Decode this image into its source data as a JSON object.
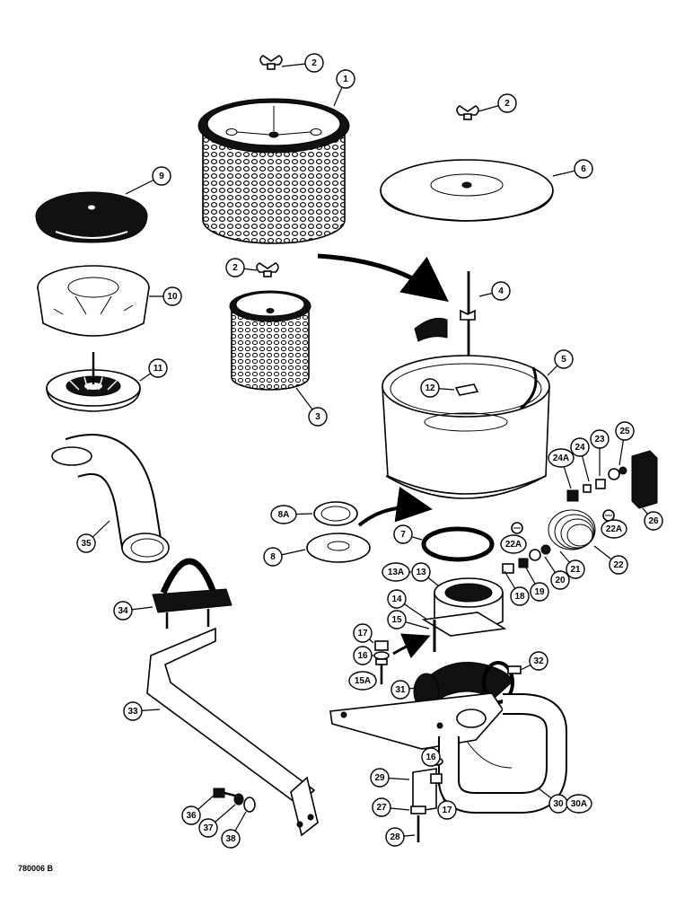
{
  "figure_code": "780006 B",
  "callouts": [
    {
      "id": "c1",
      "label": "1"
    },
    {
      "id": "c2a",
      "label": "2"
    },
    {
      "id": "c2b",
      "label": "2"
    },
    {
      "id": "c2c",
      "label": "2"
    },
    {
      "id": "c3",
      "label": "3"
    },
    {
      "id": "c4",
      "label": "4"
    },
    {
      "id": "c5",
      "label": "5"
    },
    {
      "id": "c6",
      "label": "6"
    },
    {
      "id": "c7",
      "label": "7"
    },
    {
      "id": "c8",
      "label": "8"
    },
    {
      "id": "c8a",
      "label": "8A"
    },
    {
      "id": "c9",
      "label": "9"
    },
    {
      "id": "c10",
      "label": "10"
    },
    {
      "id": "c11",
      "label": "11"
    },
    {
      "id": "c12",
      "label": "12"
    },
    {
      "id": "c13",
      "label": "13"
    },
    {
      "id": "c13a",
      "label": "13A"
    },
    {
      "id": "c14",
      "label": "14"
    },
    {
      "id": "c15",
      "label": "15"
    },
    {
      "id": "c15a",
      "label": "15A"
    },
    {
      "id": "c16a",
      "label": "16"
    },
    {
      "id": "c16b",
      "label": "16"
    },
    {
      "id": "c17a",
      "label": "17"
    },
    {
      "id": "c17b",
      "label": "17"
    },
    {
      "id": "c18",
      "label": "18"
    },
    {
      "id": "c19",
      "label": "19"
    },
    {
      "id": "c20",
      "label": "20"
    },
    {
      "id": "c21",
      "label": "21"
    },
    {
      "id": "c22",
      "label": "22"
    },
    {
      "id": "c22aa",
      "label": "22A"
    },
    {
      "id": "c22ab",
      "label": "22A"
    },
    {
      "id": "c23",
      "label": "23"
    },
    {
      "id": "c24",
      "label": "24"
    },
    {
      "id": "c24a",
      "label": "24A"
    },
    {
      "id": "c25",
      "label": "25"
    },
    {
      "id": "c26",
      "label": "26"
    },
    {
      "id": "c27",
      "label": "27"
    },
    {
      "id": "c28",
      "label": "28"
    },
    {
      "id": "c29",
      "label": "29"
    },
    {
      "id": "c30",
      "label": "30"
    },
    {
      "id": "c30a",
      "label": "30A"
    },
    {
      "id": "c31",
      "label": "31"
    },
    {
      "id": "c32",
      "label": "32"
    },
    {
      "id": "c33",
      "label": "33"
    },
    {
      "id": "c34",
      "label": "34"
    },
    {
      "id": "c35",
      "label": "35"
    },
    {
      "id": "c36",
      "label": "36"
    },
    {
      "id": "c37",
      "label": "37"
    },
    {
      "id": "c38",
      "label": "38"
    }
  ]
}
